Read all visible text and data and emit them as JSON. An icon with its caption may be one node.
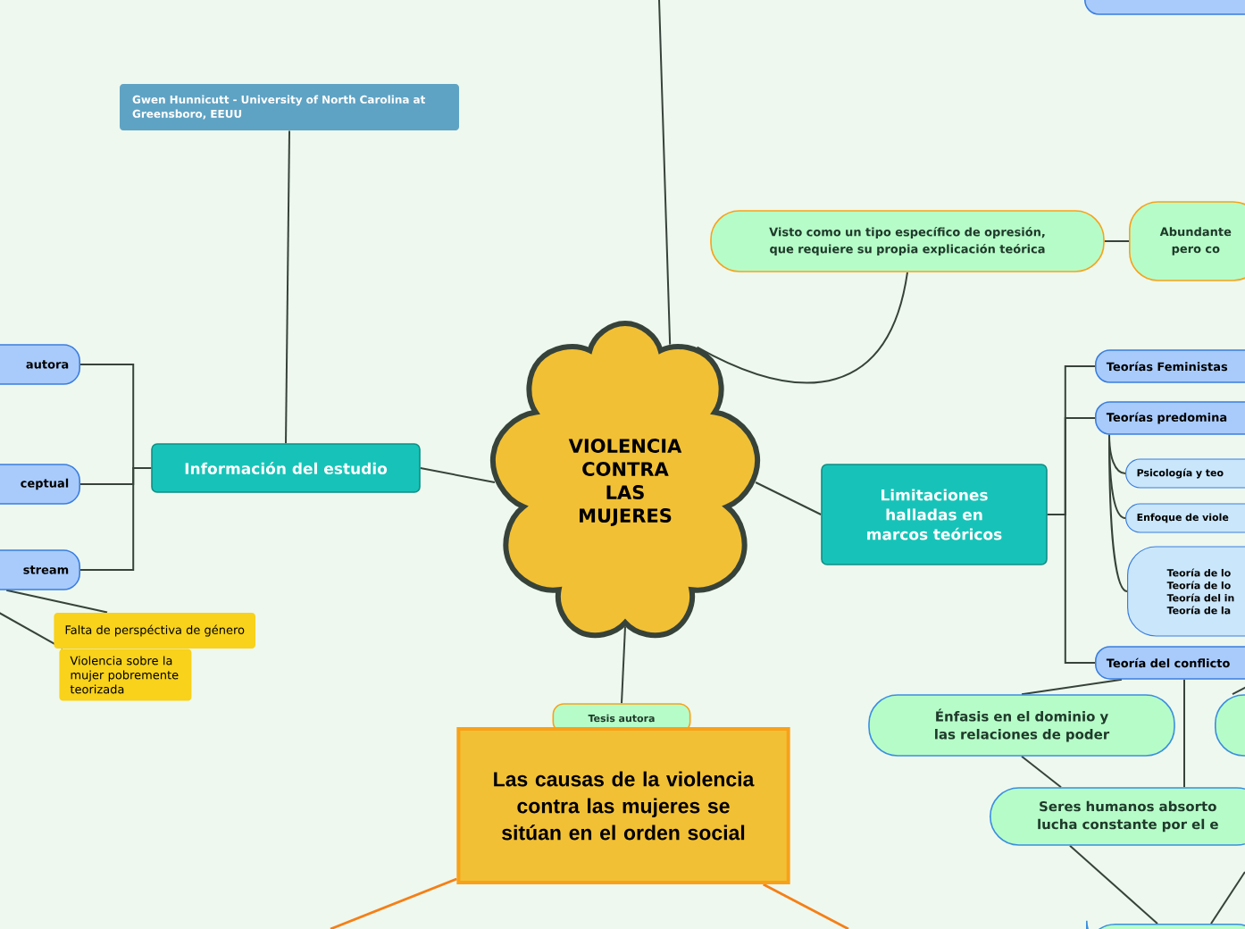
{
  "diagram": {
    "nodes": [
      {
        "text": [
          "VIOLENCIA CONTRA LAS MUJERES"
        ]
      },
      {
        "text": [
          "Gwen Hunnicutt - University of North Carolina at Greensboro, EEUU"
        ]
      },
      {
        "text": [
          "Información del estudio"
        ]
      },
      {
        "text": [
          "autora"
        ]
      },
      {
        "text": [
          "ceptual"
        ]
      },
      {
        "text": [
          "stream"
        ]
      },
      {
        "text": [
          "Falta de perspéctiva de género"
        ]
      },
      {
        "text": [
          "Violencia sobre la mujer pobremente teorizada"
        ]
      },
      {
        "text": [
          "Visto como un tipo específico de opresión, que requiere su propia explicación teórica"
        ]
      },
      {
        "text": [
          "Abundante pero co"
        ]
      },
      {
        "text": [
          "Limitaciones halladas en marcos teóricos"
        ]
      },
      {
        "text": [
          "Teorías Feministas"
        ]
      },
      {
        "text": [
          "Teorías predomina"
        ]
      },
      {
        "text": [
          "Psicología y teo"
        ]
      },
      {
        "text": [
          "Enfoque de viole"
        ]
      },
      {
        "text": [
          "Teoría de lo Teoría de lo Teoría del in Teoría de la"
        ]
      },
      {
        "text": [
          "Teoría del conflicto"
        ]
      },
      {
        "text": [
          "Énfasis en el dominio y las relaciones de poder"
        ]
      },
      {
        "text": [],
        "shape": "box"
      },
      {
        "text": [
          "Seres humanos absorto lucha constante por el e"
        ]
      },
      {
        "text": [],
        "shape": "box"
      },
      {
        "text": [
          "Tesis autora"
        ]
      },
      {
        "text": [
          "Las causas de la violencia contra las mujeres se sitúan en el orden social"
        ]
      },
      {
        "text": [],
        "shape": "box"
      }
    ],
    "edges": [
      {
        "from": 0,
        "to": null,
        "arrow": "none"
      },
      {
        "from": 1,
        "to": 2,
        "arrow": "none"
      },
      {
        "from": 2,
        "to": 0,
        "arrow": "none"
      },
      {
        "from": 2,
        "to": 3,
        "arrow": "none"
      },
      {
        "from": 2,
        "to": 4,
        "arrow": "none"
      },
      {
        "from": 2,
        "to": 5,
        "arrow": "none"
      },
      {
        "from": 5,
        "to": 6,
        "arrow": "none"
      },
      {
        "from": 5,
        "to": 7,
        "arrow": "none"
      },
      {
        "from": 0,
        "to": 8,
        "arrow": "none"
      },
      {
        "from": 8,
        "to": 9,
        "arrow": "none"
      },
      {
        "from": 0,
        "to": 10,
        "arrow": "none"
      },
      {
        "from": 10,
        "to": 11,
        "arrow": "none"
      },
      {
        "from": 10,
        "to": 12,
        "arrow": "none"
      },
      {
        "from": 10,
        "to": 16,
        "arrow": "none"
      },
      {
        "from": 12,
        "to": 13,
        "arrow": "none"
      },
      {
        "from": 12,
        "to": 14,
        "arrow": "none"
      },
      {
        "from": 12,
        "to": 15,
        "arrow": "none"
      },
      {
        "from": 16,
        "to": 17,
        "arrow": "none"
      },
      {
        "from": 16,
        "to": 20,
        "arrow": "none"
      },
      {
        "from": 16,
        "to": 19,
        "arrow": "none"
      },
      {
        "from": 17,
        "to": 19,
        "arrow": "none"
      },
      {
        "from": 19,
        "to": 23,
        "arrow": "none"
      },
      {
        "from": null,
        "to": 23,
        "arrow": "none"
      },
      {
        "from": 0,
        "to": 21,
        "arrow": "none"
      },
      {
        "from": 22,
        "to": null,
        "arrow": "none",
        "color": "#f57f17"
      },
      {
        "from": 22,
        "to": null,
        "arrow": "none",
        "color": "#f57f17"
      }
    ]
  }
}
